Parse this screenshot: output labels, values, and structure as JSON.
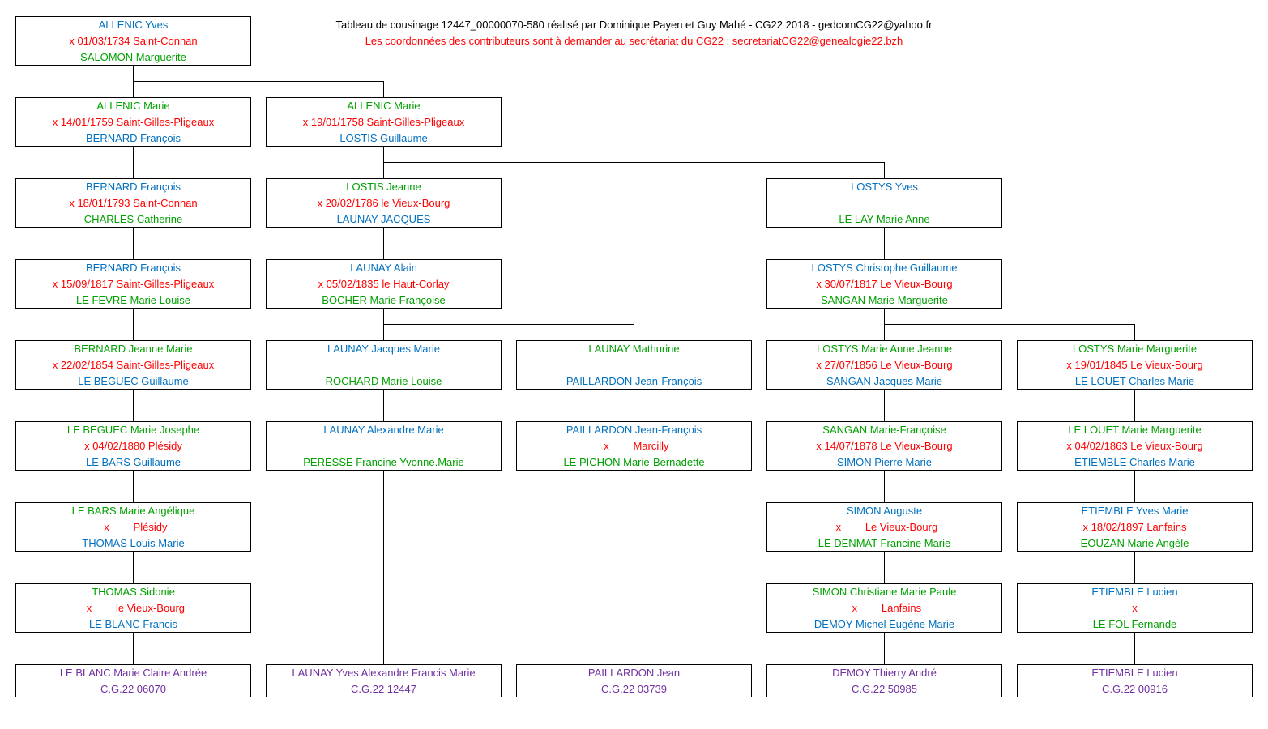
{
  "header": {
    "line1": "Tableau de cousinage 12447_00000070-580 réalisé par Dominique Payen et Guy Mahé - CG22 2018 - gedcomCG22@yahoo.fr",
    "line2": "Les coordonnées des contributeurs sont à demander au secrétariat du CG22 :  secretariatCG22@genealogie22.bzh"
  },
  "colors": {
    "male": "#0070c0",
    "female": "#00a000",
    "marriage": "#ff0000",
    "contributor": "#7030a0",
    "border": "#000000"
  },
  "root": {
    "person": "ALLENIC Yves",
    "marriage": "x 01/03/1734 Saint-Connan",
    "spouse": "SALOMON Marguerite"
  },
  "col1": [
    {
      "person": "ALLENIC Marie",
      "marriage": "x 14/01/1759 Saint-Gilles-Pligeaux",
      "spouse": "BERNARD François"
    },
    {
      "person": "BERNARD François",
      "marriage": "x 18/01/1793 Saint-Connan",
      "spouse": "CHARLES Catherine"
    },
    {
      "person": "BERNARD François",
      "marriage": "x 15/09/1817 Saint-Gilles-Pligeaux",
      "spouse": "LE FEVRE Marie Louise"
    },
    {
      "person": "BERNARD Jeanne Marie",
      "marriage": "x 22/02/1854 Saint-Gilles-Pligeaux",
      "spouse": "LE BEGUEC Guillaume"
    },
    {
      "person": "LE BEGUEC Marie Josephe",
      "marriage": "x 04/02/1880 Plésidy",
      "spouse": "LE BARS Guillaume"
    },
    {
      "person": "LE BARS Marie Angélique",
      "mark": "x",
      "place": "Plésidy",
      "spouse": "THOMAS Louis Marie"
    },
    {
      "person": "THOMAS Sidonie",
      "mark": "x",
      "place": "le Vieux-Bourg",
      "spouse": "LE BLANC Francis"
    }
  ],
  "col2": [
    {
      "person": "ALLENIC Marie",
      "marriage": "x 19/01/1758 Saint-Gilles-Pligeaux",
      "spouse": "LOSTIS Guillaume"
    },
    {
      "person": "LOSTIS Jeanne",
      "marriage": "x 20/02/1786 le Vieux-Bourg",
      "spouse": "LAUNAY JACQUES"
    },
    {
      "person": "LAUNAY Alain",
      "marriage": "x 05/02/1835 le Haut-Corlay",
      "spouse": "BOCHER Marie Françoise"
    },
    {
      "person": "LAUNAY Jacques Marie",
      "spouse": "ROCHARD Marie Louise"
    },
    {
      "person": "LAUNAY Alexandre Marie",
      "spouse": "PERESSE Francine Yvonne.Marie"
    }
  ],
  "col3": [
    {
      "person": "LAUNAY Mathurine",
      "spouse": "PAILLARDON Jean-François"
    },
    {
      "person": "PAILLARDON Jean-François",
      "mark": "x",
      "place": "Marcilly",
      "spouse": "LE PICHON Marie-Bernadette"
    }
  ],
  "col4": [
    {
      "person": "LOSTYS Yves",
      "spouse": "LE LAY Marie Anne"
    },
    {
      "person": "LOSTYS Christophe Guillaume",
      "marriage": "x 30/07/1817 Le Vieux-Bourg",
      "spouse": "SANGAN Marie Marguerite"
    },
    {
      "person": "LOSTYS Marie Anne Jeanne",
      "marriage": "x 27/07/1856 Le Vieux-Bourg",
      "spouse": "SANGAN Jacques Marie"
    },
    {
      "person": "SANGAN Marie-Françoise",
      "marriage": "x 14/07/1878 Le Vieux-Bourg",
      "spouse": "SIMON Pierre Marie"
    },
    {
      "person": "SIMON Auguste",
      "mark": "x",
      "place": "Le Vieux-Bourg",
      "spouse": "LE DENMAT Francine Marie"
    },
    {
      "person": "SIMON Christiane Marie Paule",
      "mark": "x",
      "place": "Lanfains",
      "spouse": "DEMOY Michel Eugène Marie"
    }
  ],
  "col5": [
    {
      "person": "LOSTYS Marie Marguerite",
      "marriage": "x 19/01/1845 Le Vieux-Bourg",
      "spouse": "LE LOUET Charles Marie"
    },
    {
      "person": "LE LOUET Marie Marguerite",
      "marriage": "x 04/02/1863 Le Vieux-Bourg",
      "spouse": "ETIEMBLE Charles Marie"
    },
    {
      "person": "ETIEMBLE Yves Marie",
      "marriage": "x 18/02/1897 Lanfains",
      "spouse": "EOUZAN Marie Angèle"
    },
    {
      "person": "ETIEMBLE Lucien",
      "mark": "x",
      "spouse": "LE FOL Fernande"
    }
  ],
  "contributors": [
    {
      "name": "LE BLANC Marie Claire Andrée",
      "code": "C.G.22 06070"
    },
    {
      "name": "LAUNAY Yves Alexandre Francis Marie",
      "code": "C.G.22 12447"
    },
    {
      "name": "PAILLARDON Jean",
      "code": "C.G.22 03739"
    },
    {
      "name": "DEMOY Thierry André",
      "code": "C.G.22 50985"
    },
    {
      "name": "ETIEMBLE Lucien",
      "code": "C.G.22 00916"
    }
  ]
}
